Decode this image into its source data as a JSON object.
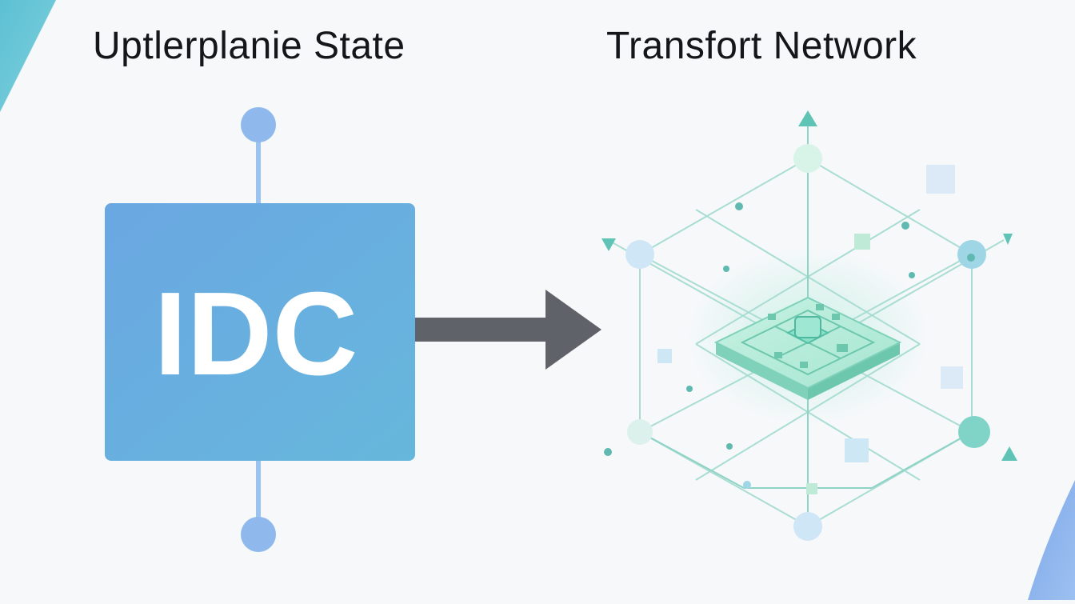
{
  "left_title": "Uptlerplanie State",
  "right_title": "Transfort Network",
  "source_box": {
    "label": "IDC"
  },
  "colors": {
    "background": "#f6f8fa",
    "blob_teal": "#5cc1d3",
    "blob_blue": "#8ab2ec",
    "box_gradient_start": "#6aa7e2",
    "box_gradient_end": "#66b7dc",
    "node_blue": "#8fb8ec",
    "arrow_gray": "#5f6269",
    "network_teal": "#5fc4b6",
    "network_light": "#c4ecdf"
  },
  "icons": [
    "node-circle-icon",
    "arrow-right-icon",
    "chip-icon",
    "triangle-marker-icon",
    "square-marker-icon"
  ]
}
